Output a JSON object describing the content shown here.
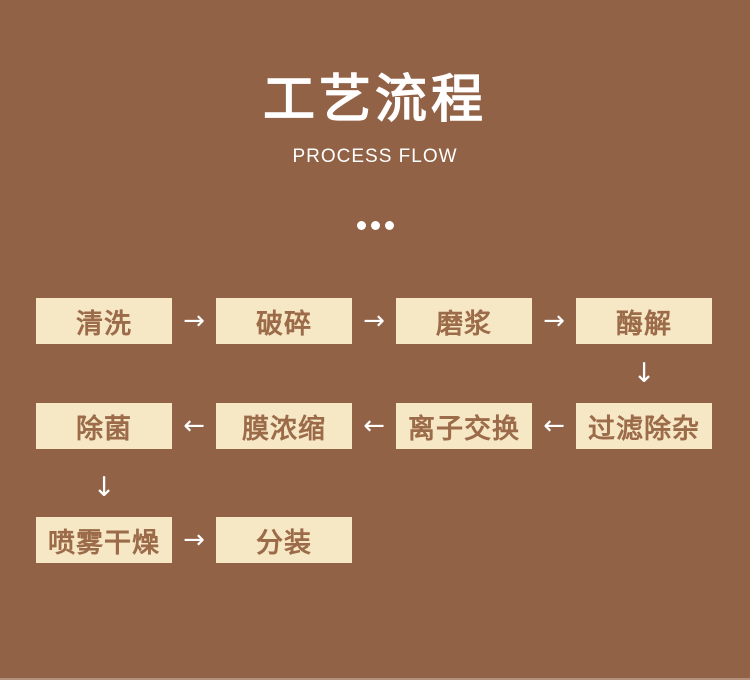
{
  "header": {
    "title": "工艺流程",
    "subtitle": "PROCESS FLOW"
  },
  "flow": {
    "rows": [
      {
        "steps": [
          "清洗",
          "破碎",
          "磨浆",
          "酶解"
        ]
      },
      {
        "steps": [
          "除菌",
          "膜浓缩",
          "离子交换",
          "过滤除杂"
        ]
      },
      {
        "steps": [
          "喷雾干燥",
          "分装"
        ]
      }
    ],
    "arrow_right": "→",
    "arrow_left": "←",
    "arrow_down": "↓"
  },
  "colors": {
    "background": "#926246",
    "box_background": "#f6e7c5",
    "box_text": "#9c6b49",
    "title_text": "#ffffff",
    "arrow": "#ffffff"
  }
}
